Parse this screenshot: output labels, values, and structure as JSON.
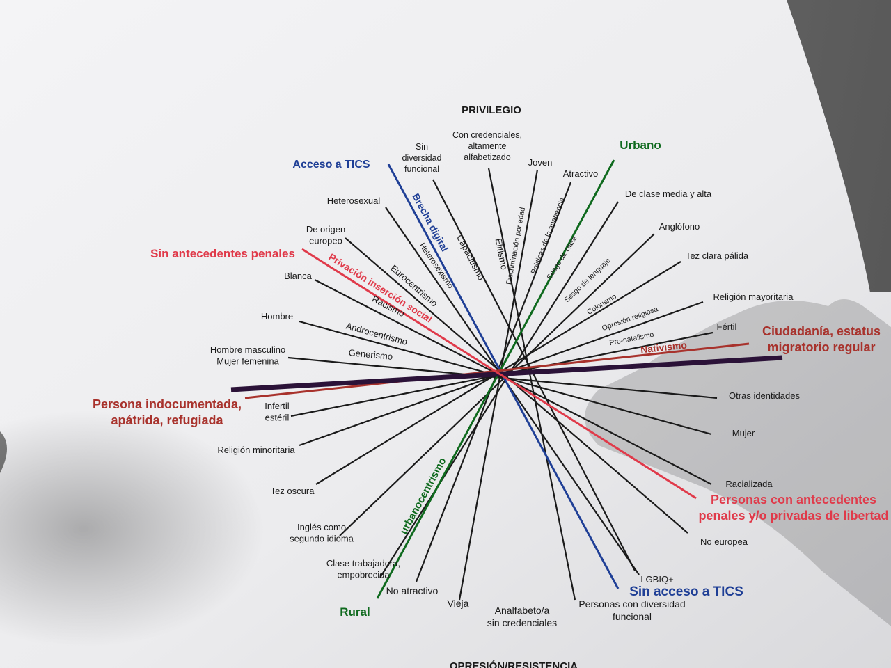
{
  "header": {
    "title": "PRIVILEGIO",
    "footer": "OPRESIÓN/RESISTENCIA"
  },
  "colors": {
    "black": "#1a1a1a",
    "blue": "#1f3f96",
    "green": "#0f6a1e",
    "red": "#e03a4a",
    "darkred": "#a8322c",
    "purple": "#2b1238"
  },
  "spokes": [
    {
      "id": "brecha-digital",
      "color": "blue",
      "width": 3,
      "top": [
        "Acceso a TICS"
      ],
      "bottom": [
        "Sin acceso a TICS"
      ],
      "middle": "Brecha digital"
    },
    {
      "id": "capacitismo",
      "color": "black",
      "width": 2.2,
      "top": [
        "Sin",
        "diversidad",
        "funcional"
      ],
      "bottom": [
        "Personas con diversidad",
        "funcional"
      ],
      "middle": "Capacitismo"
    },
    {
      "id": "elitismo",
      "color": "black",
      "width": 2.2,
      "top": [
        "Con credenciales,",
        "altamente",
        "alfabetizado"
      ],
      "bottom": [
        "Analfabeto/a",
        "sin credenciales"
      ],
      "middle": "Elitismo"
    },
    {
      "id": "discriminacion-edad",
      "color": "black",
      "width": 2.2,
      "top": [
        "Joven"
      ],
      "bottom": [
        "Vieja"
      ],
      "middle": "Discriminación por edad"
    },
    {
      "id": "apariencia",
      "color": "black",
      "width": 2.2,
      "top": [
        "Atractivo"
      ],
      "bottom": [
        "No atractivo"
      ],
      "middle": "Políticas de la apariencia"
    },
    {
      "id": "urbanocentrismo",
      "color": "green",
      "width": 3,
      "top": [
        "Urbano"
      ],
      "bottom": [
        "Rural"
      ],
      "middle": "urbanocentrismo"
    },
    {
      "id": "sesgo-clase",
      "color": "black",
      "width": 2.2,
      "top": [
        "De clase media y alta"
      ],
      "bottom": [
        "Clase trabajadora,",
        "empobrecida"
      ],
      "middle": "Sesgo de clase"
    },
    {
      "id": "sesgo-lenguaje",
      "color": "black",
      "width": 2.2,
      "top": [
        "Anglófono"
      ],
      "bottom": [
        "Inglés como",
        "segundo idioma"
      ],
      "middle": "Sesgo de lenguaje"
    },
    {
      "id": "colorismo",
      "color": "black",
      "width": 2.2,
      "top": [
        "Tez clara pálida"
      ],
      "bottom": [
        "Tez oscura"
      ],
      "middle": "Colorismo"
    },
    {
      "id": "opresion-religiosa",
      "color": "black",
      "width": 2.2,
      "top": [
        "Religión mayoritaria"
      ],
      "bottom": [
        "Religión minoritaria"
      ],
      "middle": "Opresión religiosa"
    },
    {
      "id": "pro-natalismo",
      "color": "black",
      "width": 2.2,
      "top": [
        "Fértil"
      ],
      "bottom": [
        "Infertil",
        "estéril"
      ],
      "middle": "Pro-natalismo"
    },
    {
      "id": "nativismo",
      "color": "darkred",
      "width": 3,
      "top": [
        "Ciudadanía, estatus",
        "migratorio regular"
      ],
      "bottom": [
        "Persona indocumentada,",
        "apátrida, refugiada"
      ],
      "middle": "Nativismo"
    },
    {
      "id": "genero-extra",
      "color": "purple",
      "width": 7,
      "top": [],
      "bottom": [],
      "middle": ""
    },
    {
      "id": "generismo",
      "color": "black",
      "width": 2.2,
      "top": [
        "Hombre masculino",
        "Mujer femenina"
      ],
      "bottom": [
        "Otras identidades"
      ],
      "middle": "Generismo"
    },
    {
      "id": "androcentrismo",
      "color": "black",
      "width": 2.2,
      "top": [
        "Hombre"
      ],
      "bottom": [
        "Mujer"
      ],
      "middle": "Androcentrismo"
    },
    {
      "id": "racismo",
      "color": "black",
      "width": 2.2,
      "top": [
        "Blanca"
      ],
      "bottom": [
        "Racializada"
      ],
      "middle": "Racismo"
    },
    {
      "id": "privacion-insercion",
      "color": "red",
      "width": 3,
      "top": [
        "Sin antecedentes penales"
      ],
      "bottom": [
        "Personas con antecedentes",
        "penales y/o privadas de libertad"
      ],
      "middle": "Privación inserción social"
    },
    {
      "id": "eurocentrismo",
      "color": "black",
      "width": 2.2,
      "top": [
        "De origen",
        "europeo"
      ],
      "bottom": [
        "No europea"
      ],
      "middle": "Eurocentrismo"
    },
    {
      "id": "heterosexismo",
      "color": "black",
      "width": 2.2,
      "top": [
        "Heterosexual"
      ],
      "bottom": [
        "LGBIQ+"
      ],
      "middle": "Heterosexismo"
    }
  ]
}
